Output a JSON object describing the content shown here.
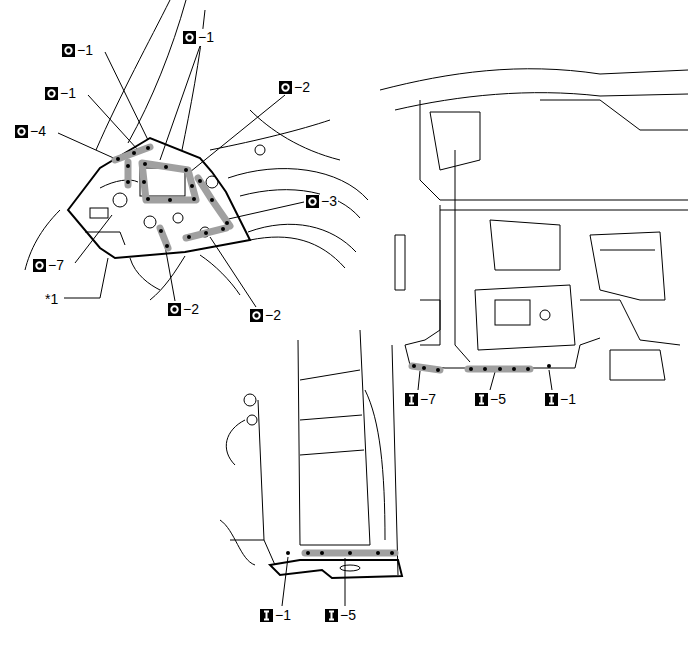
{
  "diagram": {
    "labels": [
      "−1",
      "−1",
      "−1",
      "−2",
      "−4",
      "−3",
      "−7",
      "*1",
      "−2",
      "−2",
      "−7",
      "−5",
      "−1",
      "−1",
      "−5"
    ]
  }
}
